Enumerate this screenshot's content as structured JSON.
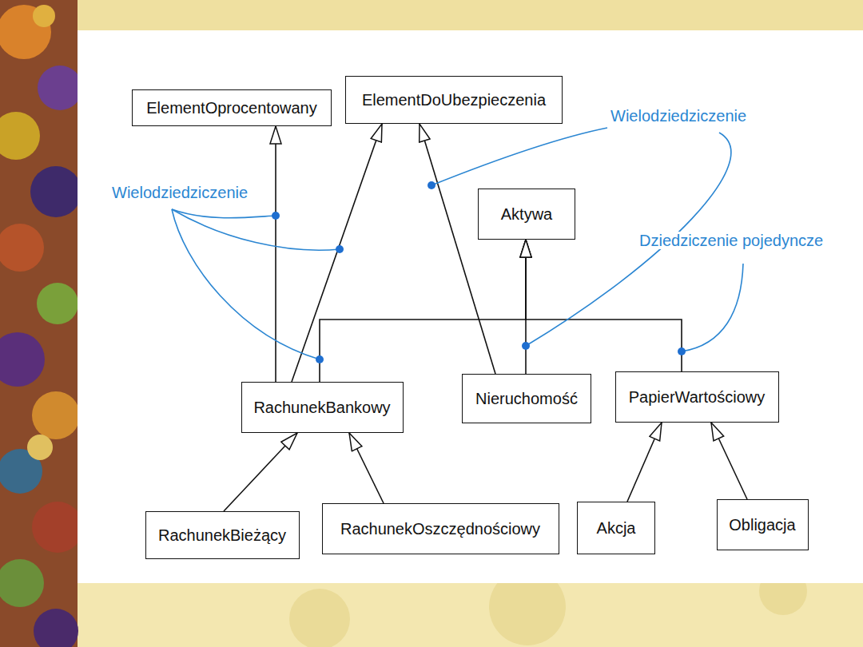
{
  "diagram": {
    "nodes": [
      {
        "text": [
          "ElementOprocentowany"
        ]
      },
      {
        "text": [
          "ElementDoUbezpieczenia"
        ]
      },
      {
        "text": [
          "Aktywa"
        ]
      },
      {
        "text": [
          "RachunekBankowy"
        ]
      },
      {
        "text": [
          "Nieruchomość"
        ]
      },
      {
        "text": [
          "PapierWartościowy"
        ]
      },
      {
        "text": [
          "RachunekBieżący"
        ]
      },
      {
        "text": [
          "RachunekOszczędnościowy"
        ]
      },
      {
        "text": [
          "Akcja"
        ]
      },
      {
        "text": [
          "Obligacja"
        ]
      }
    ],
    "edges": [
      {
        "from": 3,
        "to": 0,
        "arrow": "to"
      },
      {
        "from": 3,
        "to": 1,
        "arrow": "to"
      },
      {
        "from": 4,
        "to": 1,
        "arrow": "to"
      },
      {
        "from": 3,
        "to": 2,
        "arrow": "to"
      },
      {
        "from": 4,
        "to": 2,
        "arrow": "to"
      },
      {
        "from": 5,
        "to": 2,
        "arrow": "to"
      },
      {
        "from": 6,
        "to": 3,
        "arrow": "to"
      },
      {
        "from": 7,
        "to": 3,
        "arrow": "to"
      },
      {
        "from": 8,
        "to": 5,
        "arrow": "to"
      },
      {
        "from": 9,
        "to": 5,
        "arrow": "to"
      }
    ],
    "labels": [
      "Wielodziedziczenie",
      "Wielodziedziczenie",
      "Dziedziczenie pojedyncze"
    ]
  }
}
